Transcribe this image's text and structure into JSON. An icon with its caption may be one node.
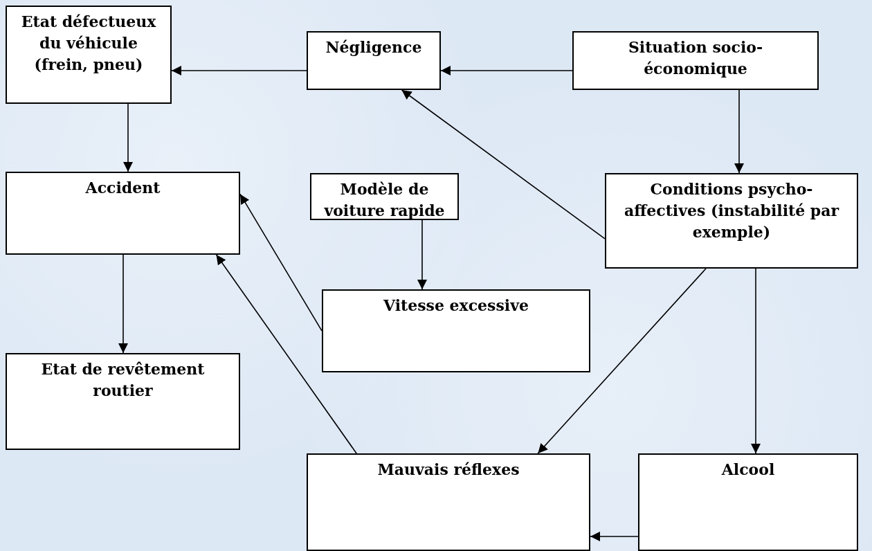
{
  "diagram": {
    "nodes": [
      {
        "text": [
          "Etat défectueux du véhicule (frein, pneu)"
        ]
      },
      {
        "text": [
          "Négligence"
        ]
      },
      {
        "text": [
          "Situation socio-économique"
        ]
      },
      {
        "text": [
          "Accident"
        ]
      },
      {
        "text": [
          "Modèle de voiture rapide"
        ]
      },
      {
        "text": [
          "Conditions psycho-affectives (instabilité par exemple)"
        ]
      },
      {
        "text": [
          "Vitesse excessive"
        ]
      },
      {
        "text": [
          "Etat de revêtement routier"
        ]
      },
      {
        "text": [
          "Mauvais réflexes"
        ]
      },
      {
        "text": [
          "Alcool"
        ]
      }
    ],
    "edges": [
      {
        "from": 1,
        "to": 0,
        "arrow": "to"
      },
      {
        "from": 2,
        "to": 1,
        "arrow": "to"
      },
      {
        "from": 2,
        "to": 5,
        "arrow": "to"
      },
      {
        "from": 0,
        "to": 3,
        "arrow": "to"
      },
      {
        "from": 5,
        "to": 1,
        "arrow": "to"
      },
      {
        "from": 4,
        "to": 6,
        "arrow": "to"
      },
      {
        "from": 6,
        "to": 3,
        "arrow": "to"
      },
      {
        "from": 8,
        "to": 3,
        "arrow": "to"
      },
      {
        "from": 3,
        "to": 7,
        "arrow": "to"
      },
      {
        "from": 5,
        "to": 8,
        "arrow": "to"
      },
      {
        "from": 5,
        "to": 9,
        "arrow": "to"
      },
      {
        "from": 9,
        "to": 8,
        "arrow": "to"
      }
    ]
  }
}
